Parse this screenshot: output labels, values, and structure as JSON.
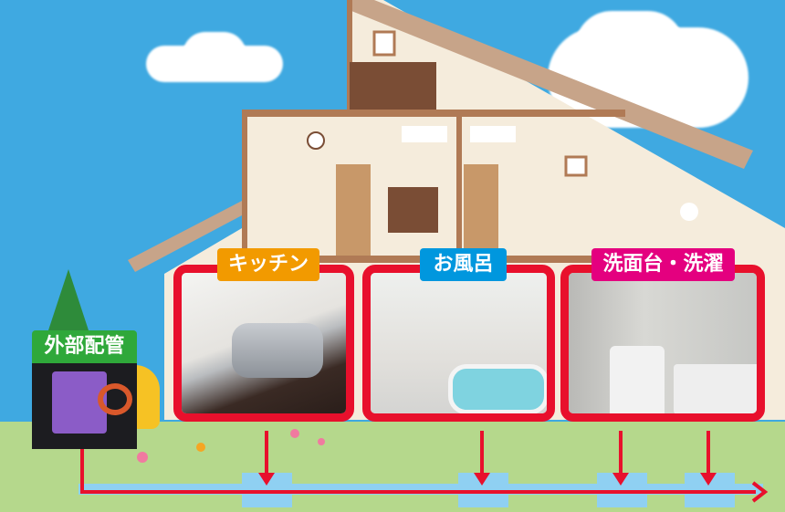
{
  "labels": {
    "kitchen": "キッチン",
    "bathroom": "お風呂",
    "washroom": "洗面台・洗濯",
    "external_piping": "外部配管"
  },
  "colors": {
    "kitchen": "#f29a00",
    "bathroom": "#0097de",
    "washroom": "#e4007f",
    "external_piping": "#2fa83a",
    "frame": "#e8102c",
    "sky": "#3fa9e1"
  }
}
